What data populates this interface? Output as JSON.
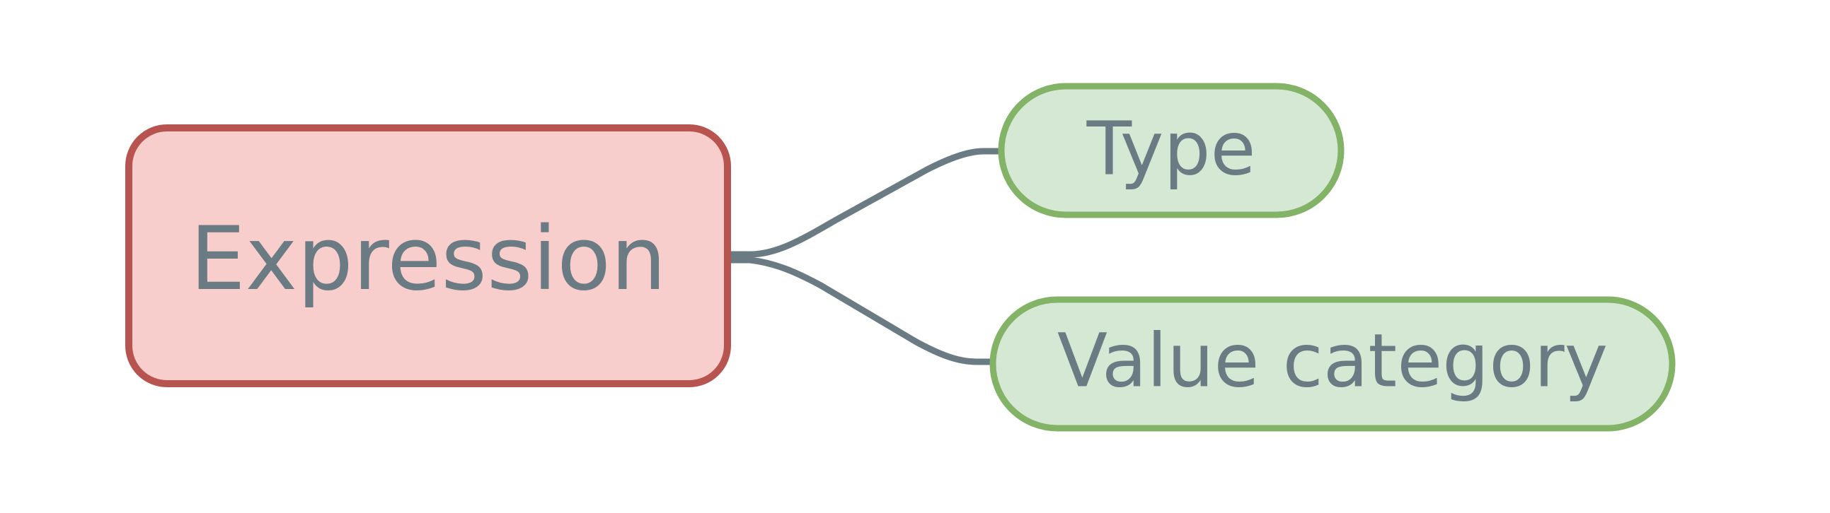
{
  "diagram": {
    "root": {
      "label": "Expression",
      "fill": "#f8cecc",
      "stroke": "#b85450"
    },
    "children": [
      {
        "label": "Type",
        "fill": "#d5e8d4",
        "stroke": "#82b366"
      },
      {
        "label": "Value category",
        "fill": "#d5e8d4",
        "stroke": "#82b366"
      }
    ],
    "connector_color": "#6b7b83",
    "text_color": "#6b7b83"
  }
}
